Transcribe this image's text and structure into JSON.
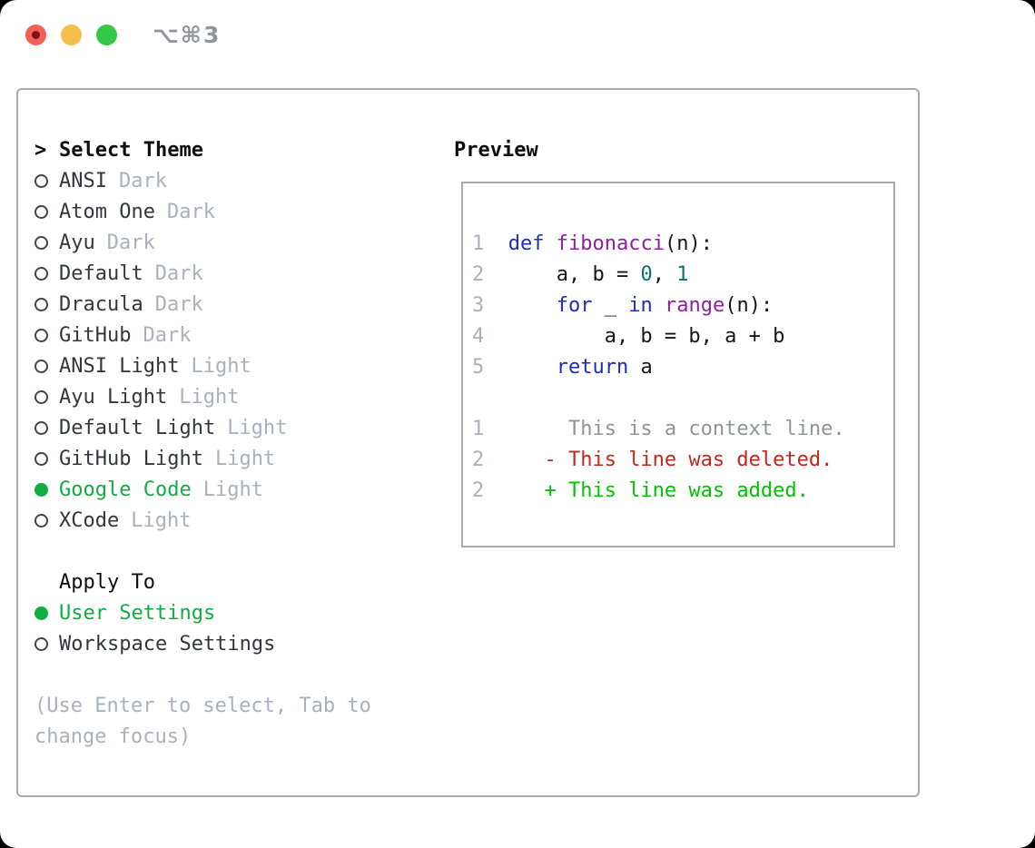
{
  "titlebar": {
    "shortcut": "⌥⌘3"
  },
  "theme_list": {
    "cursor": ">",
    "title": "Select Theme",
    "items": [
      {
        "name": "ANSI",
        "variant": "Dark",
        "selected": false
      },
      {
        "name": "Atom One",
        "variant": "Dark",
        "selected": false
      },
      {
        "name": "Ayu",
        "variant": "Dark",
        "selected": false
      },
      {
        "name": "Default",
        "variant": "Dark",
        "selected": false
      },
      {
        "name": "Dracula",
        "variant": "Dark",
        "selected": false
      },
      {
        "name": "GitHub",
        "variant": "Dark",
        "selected": false
      },
      {
        "name": "ANSI Light",
        "variant": "Light",
        "selected": false
      },
      {
        "name": "Ayu Light",
        "variant": "Light",
        "selected": false
      },
      {
        "name": "Default Light",
        "variant": "Light",
        "selected": false
      },
      {
        "name": "GitHub Light",
        "variant": "Light",
        "selected": false
      },
      {
        "name": "Google Code",
        "variant": "Light",
        "selected": true
      },
      {
        "name": "XCode",
        "variant": "Light",
        "selected": false
      }
    ]
  },
  "apply_to": {
    "title": "Apply To",
    "items": [
      {
        "name": "User Settings",
        "selected": true
      },
      {
        "name": "Workspace Settings",
        "selected": false
      }
    ]
  },
  "hint_lines": [
    "(Use Enter to select, Tab to",
    "change focus)"
  ],
  "preview": {
    "title": "Preview",
    "lines": [
      {
        "num": "1",
        "segments": [
          {
            "t": "  ",
            "c": "p"
          },
          {
            "t": "def",
            "c": "k"
          },
          {
            "t": " ",
            "c": "p"
          },
          {
            "t": "fibonacci",
            "c": "f"
          },
          {
            "t": "(n):",
            "c": "p"
          }
        ]
      },
      {
        "num": "2",
        "segments": [
          {
            "t": "      a, b = ",
            "c": "p"
          },
          {
            "t": "0",
            "c": "n"
          },
          {
            "t": ", ",
            "c": "p"
          },
          {
            "t": "1",
            "c": "n"
          }
        ]
      },
      {
        "num": "3",
        "segments": [
          {
            "t": "      ",
            "c": "p"
          },
          {
            "t": "for",
            "c": "k"
          },
          {
            "t": " _ ",
            "c": "p"
          },
          {
            "t": "in",
            "c": "k"
          },
          {
            "t": " ",
            "c": "p"
          },
          {
            "t": "range",
            "c": "f"
          },
          {
            "t": "(n):",
            "c": "p"
          }
        ]
      },
      {
        "num": "4",
        "segments": [
          {
            "t": "          a, b = b, a + b",
            "c": "p"
          }
        ]
      },
      {
        "num": "5",
        "segments": [
          {
            "t": "      ",
            "c": "p"
          },
          {
            "t": "return",
            "c": "k"
          },
          {
            "t": " a",
            "c": "p"
          }
        ]
      },
      {
        "blank": true
      },
      {
        "num": "1",
        "segments": [
          {
            "t": "       This is a context line.",
            "c": "ctx"
          }
        ]
      },
      {
        "num": "2",
        "segments": [
          {
            "t": "     - This line was deleted.",
            "c": "del"
          }
        ]
      },
      {
        "num": "2",
        "segments": [
          {
            "t": "     + This line was added.",
            "c": "add"
          }
        ]
      }
    ]
  },
  "colors": {
    "accent_green": "#0fae43",
    "keyword": "#1e2cba",
    "function": "#8e1f9e",
    "number_literal": "#0d6e6e",
    "plain": "#14171a",
    "context": "#909399",
    "deleted": "#c3261c",
    "added": "#00c300",
    "line_number": "#a9b1bc",
    "muted": "#a9b1bc",
    "border": "#a4aab4",
    "traffic_red": "#f2605a",
    "traffic_yellow": "#f5bd4a",
    "traffic_green": "#34c748"
  }
}
